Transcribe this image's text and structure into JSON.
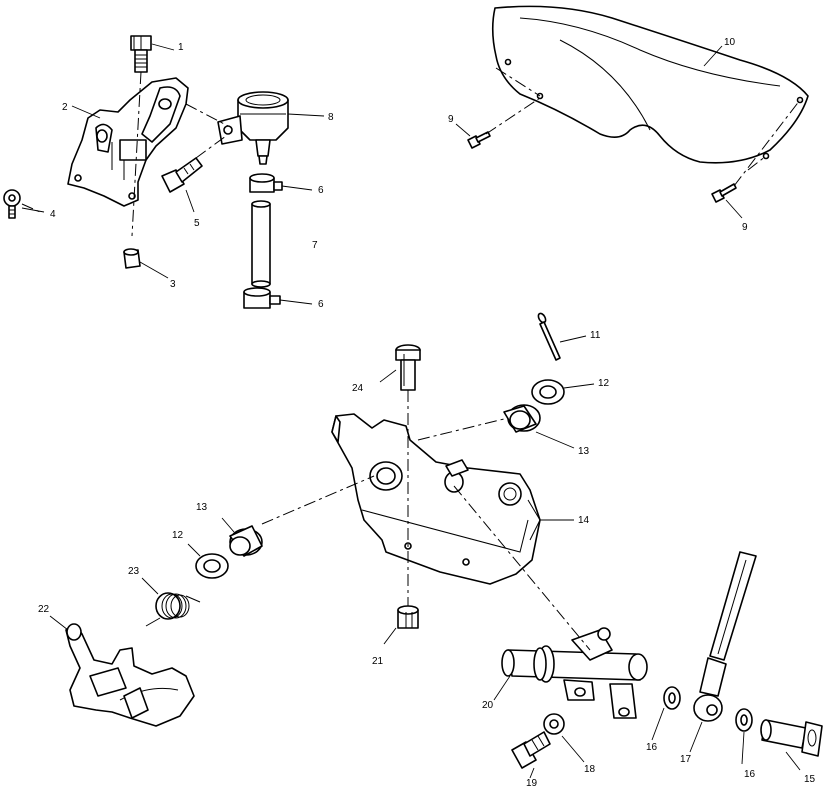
{
  "diagram": {
    "callouts": [
      {
        "id": "c1",
        "text": "1"
      },
      {
        "id": "c2",
        "text": "2"
      },
      {
        "id": "c3",
        "text": "3"
      },
      {
        "id": "c4",
        "text": "4"
      },
      {
        "id": "c5",
        "text": "5"
      },
      {
        "id": "c6a",
        "text": "6"
      },
      {
        "id": "c6b",
        "text": "6"
      },
      {
        "id": "c7",
        "text": "7"
      },
      {
        "id": "c8",
        "text": "8"
      },
      {
        "id": "c9a",
        "text": "9"
      },
      {
        "id": "c9b",
        "text": "9"
      },
      {
        "id": "c10",
        "text": "10"
      },
      {
        "id": "c11",
        "text": "11"
      },
      {
        "id": "c12a",
        "text": "12"
      },
      {
        "id": "c12b",
        "text": "12"
      },
      {
        "id": "c13a",
        "text": "13"
      },
      {
        "id": "c13b",
        "text": "13"
      },
      {
        "id": "c14",
        "text": "14"
      },
      {
        "id": "c15",
        "text": "15"
      },
      {
        "id": "c16a",
        "text": "16"
      },
      {
        "id": "c16b",
        "text": "16"
      },
      {
        "id": "c17",
        "text": "17"
      },
      {
        "id": "c18",
        "text": "18"
      },
      {
        "id": "c19",
        "text": "19"
      },
      {
        "id": "c20",
        "text": "20"
      },
      {
        "id": "c21",
        "text": "21"
      },
      {
        "id": "c22",
        "text": "22"
      },
      {
        "id": "c23",
        "text": "23"
      },
      {
        "id": "c24",
        "text": "24"
      }
    ]
  }
}
